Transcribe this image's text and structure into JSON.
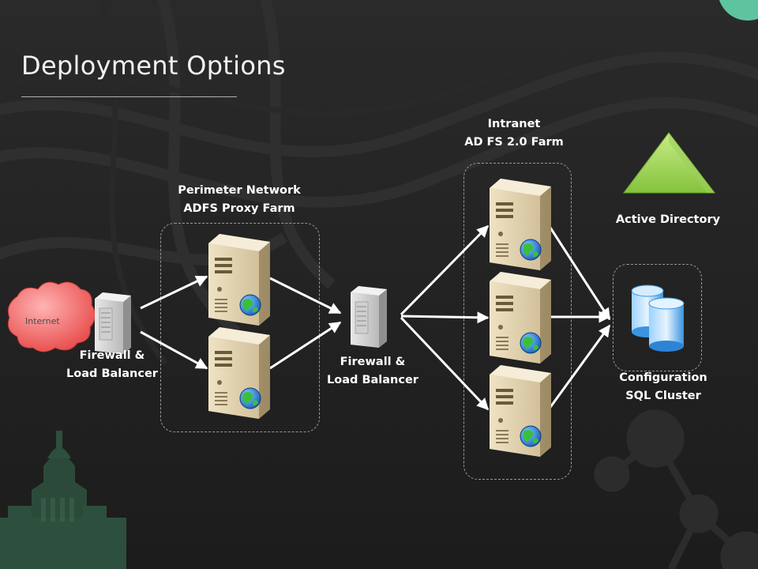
{
  "slide": {
    "title": "Deployment Options"
  },
  "nodes": {
    "internet": "Internet",
    "firewall_left": [
      "Firewall &",
      "Load Balancer"
    ],
    "perimeter": [
      "Perimeter Network",
      "ADFS Proxy Farm"
    ],
    "firewall_mid": [
      "Firewall &",
      "Load Balancer"
    ],
    "intranet": [
      "Intranet",
      "AD FS 2.0 Farm"
    ],
    "active_directory": "Active Directory",
    "sql_cluster": [
      "Configuration",
      "SQL Cluster"
    ]
  },
  "colors": {
    "background": "#222222",
    "text": "#ffffff",
    "cloud": "#f06a6a",
    "triangle": "#a6d858",
    "teal_corner": "#5ec4a0",
    "database": "#2f8fe0",
    "arrow": "#ffffff"
  },
  "icons": [
    "cloud-icon",
    "server-tower-icon",
    "web-server-icon",
    "globe-icon",
    "active-directory-triangle-icon",
    "database-icon"
  ]
}
